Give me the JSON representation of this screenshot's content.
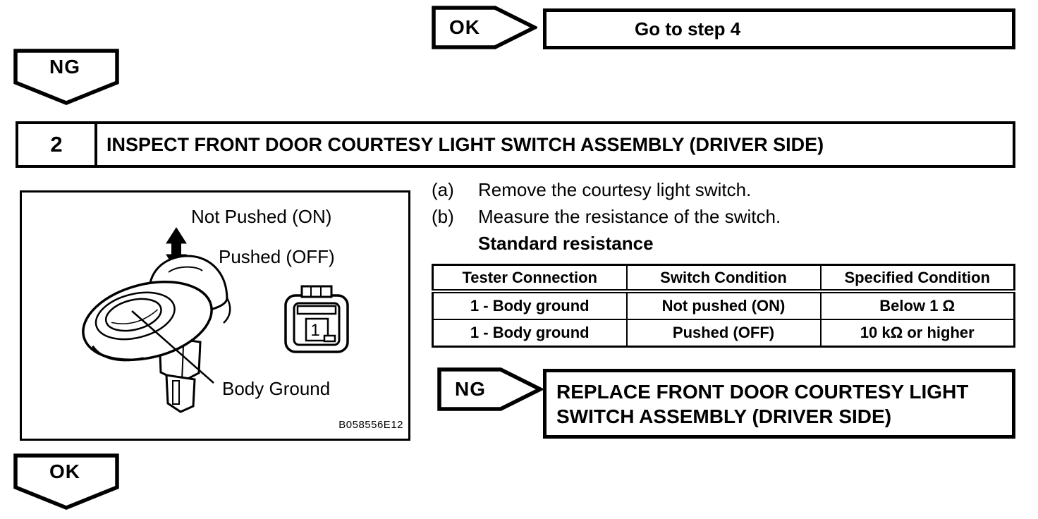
{
  "page": {
    "background": "#ffffff",
    "ink": "#000000"
  },
  "top_branch": {
    "ok_label": "OK",
    "result_text": "Go to step 4"
  },
  "ng_connector": {
    "label": "NG"
  },
  "step": {
    "number": "2",
    "title": "INSPECT FRONT DOOR COURTESY LIGHT SWITCH ASSEMBLY (DRIVER SIDE)"
  },
  "figure": {
    "not_pushed_label": "Not Pushed (ON)",
    "pushed_label": "Pushed (OFF)",
    "body_ground_label": "Body Ground",
    "connector_pin": "1",
    "figure_code": "B058556E12"
  },
  "instructions": {
    "items": [
      {
        "marker": "(a)",
        "text": "Remove the courtesy light switch."
      },
      {
        "marker": "(b)",
        "text": "Measure the resistance of the switch."
      }
    ],
    "subheading": "Standard resistance"
  },
  "resistance_table": {
    "headers": [
      "Tester Connection",
      "Switch Condition",
      "Specified Condition"
    ],
    "rows": [
      [
        "1 - Body ground",
        "Not pushed (ON)",
        "Below 1 Ω"
      ],
      [
        "1 - Body ground",
        "Pushed (OFF)",
        "10 kΩ or higher"
      ]
    ]
  },
  "ng_branch": {
    "label": "NG",
    "action_line1": "REPLACE FRONT DOOR COURTESY LIGHT",
    "action_line2": "SWITCH ASSEMBLY (DRIVER SIDE)"
  },
  "ok_connector": {
    "label": "OK"
  }
}
